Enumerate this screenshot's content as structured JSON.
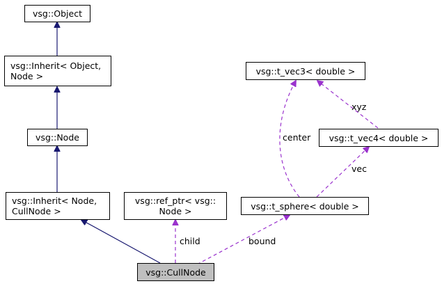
{
  "nodes": {
    "object": {
      "lines": [
        "vsg::Object"
      ]
    },
    "inherit_object_node": {
      "lines": [
        "vsg::Inherit< Object,",
        "Node >"
      ]
    },
    "node": {
      "lines": [
        "vsg::Node"
      ]
    },
    "inherit_node_cullnode": {
      "lines": [
        "vsg::Inherit< Node,",
        "CullNode >"
      ]
    },
    "ref_ptr": {
      "lines": [
        "vsg::ref_ptr< vsg::",
        "Node >"
      ]
    },
    "cullnode": {
      "lines": [
        "vsg::CullNode"
      ]
    },
    "t_vec3": {
      "lines": [
        "vsg::t_vec3< double >"
      ]
    },
    "t_vec4": {
      "lines": [
        "vsg::t_vec4< double >"
      ]
    },
    "t_sphere": {
      "lines": [
        "vsg::t_sphere< double >"
      ]
    }
  },
  "edge_labels": {
    "child": "child",
    "bound": "bound",
    "center": "center",
    "xyz": "xyz",
    "vec": "vec"
  },
  "colors": {
    "inheritance_edge": "#191970",
    "usage_edge": "#9a32cd",
    "focus_fill": "#bfbfbf"
  }
}
